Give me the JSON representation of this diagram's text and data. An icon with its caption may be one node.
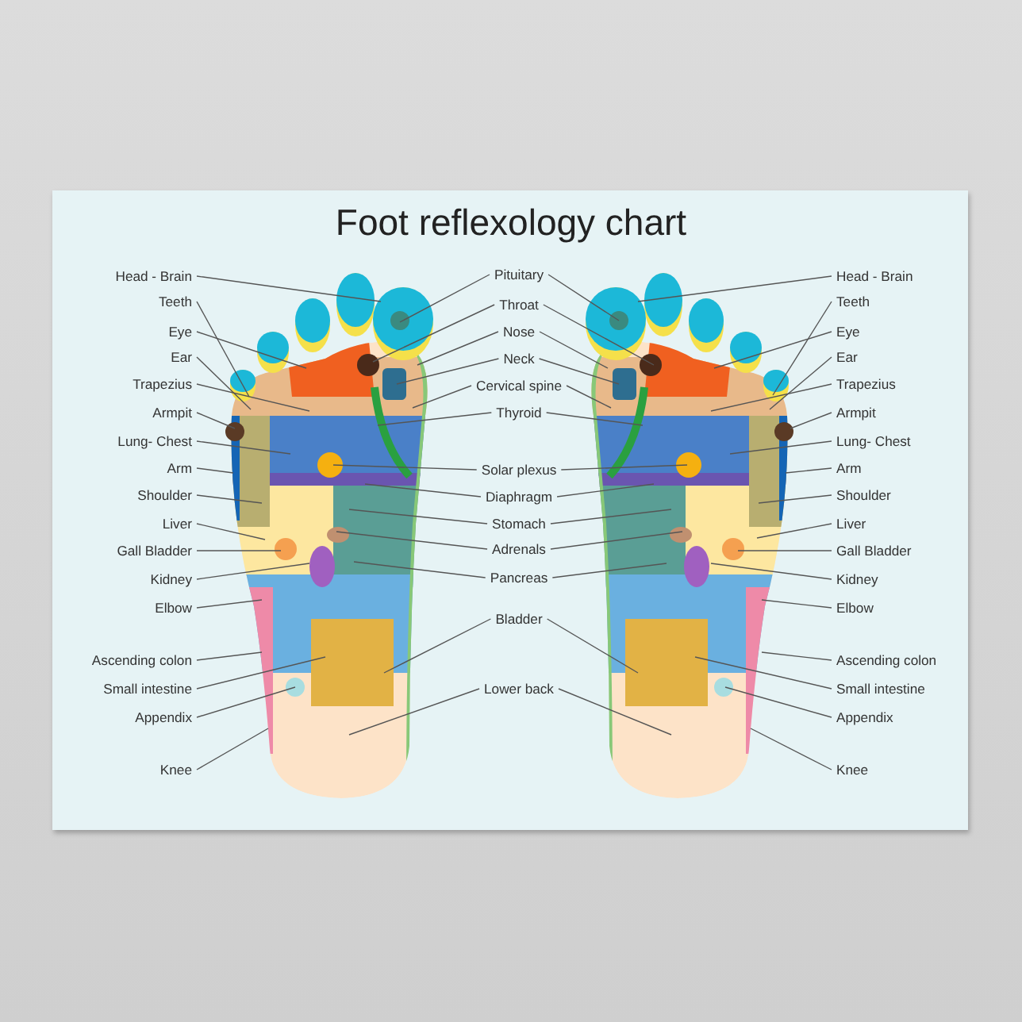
{
  "diagram": {
    "title": "Foot reflexology chart",
    "nodes": [
      {
        "text": [
          "Head - Brain"
        ]
      },
      {
        "text": [
          "Teeth"
        ]
      },
      {
        "text": [
          "Eye"
        ]
      },
      {
        "text": [
          "Ear"
        ]
      },
      {
        "text": [
          "Trapezius"
        ]
      },
      {
        "text": [
          "Armpit"
        ]
      },
      {
        "text": [
          "Lung- Chest"
        ]
      },
      {
        "text": [
          "Arm"
        ]
      },
      {
        "text": [
          "Shoulder"
        ]
      },
      {
        "text": [
          "Liver"
        ]
      },
      {
        "text": [
          "Gall Bladder"
        ]
      },
      {
        "text": [
          "Kidney"
        ]
      },
      {
        "text": [
          "Elbow"
        ]
      },
      {
        "text": [
          "Ascending colon"
        ]
      },
      {
        "text": [
          "Small intestine"
        ]
      },
      {
        "text": [
          "Appendix"
        ]
      },
      {
        "text": [
          "Knee"
        ]
      },
      {
        "text": [
          "Pituitary"
        ]
      },
      {
        "text": [
          "Throat"
        ]
      },
      {
        "text": [
          "Nose"
        ]
      },
      {
        "text": [
          "Neck"
        ]
      },
      {
        "text": [
          "Cervical spine"
        ]
      },
      {
        "text": [
          "Thyroid"
        ]
      },
      {
        "text": [
          "Solar plexus"
        ]
      },
      {
        "text": [
          "Diaphragm"
        ]
      },
      {
        "text": [
          "Stomach"
        ]
      },
      {
        "text": [
          "Adrenals"
        ]
      },
      {
        "text": [
          "Pancreas"
        ]
      },
      {
        "text": [
          "Bladder"
        ]
      },
      {
        "text": [
          "Lower back"
        ]
      },
      {
        "text": [
          "Head - Brain"
        ]
      },
      {
        "text": [
          "Teeth"
        ]
      },
      {
        "text": [
          "Eye"
        ]
      },
      {
        "text": [
          "Ear"
        ]
      },
      {
        "text": [
          "Trapezius"
        ]
      },
      {
        "text": [
          "Armpit"
        ]
      },
      {
        "text": [
          "Lung- Chest"
        ]
      },
      {
        "text": [
          "Arm"
        ]
      },
      {
        "text": [
          "Shoulder"
        ]
      },
      {
        "text": [
          "Liver"
        ]
      },
      {
        "text": [
          "Gall Bladder"
        ]
      },
      {
        "text": [
          "Kidney"
        ]
      },
      {
        "text": [
          "Elbow"
        ]
      },
      {
        "text": [
          "Ascending colon"
        ]
      },
      {
        "text": [
          "Small intestine"
        ]
      },
      {
        "text": [
          "Appendix"
        ]
      },
      {
        "text": [
          "Knee"
        ]
      }
    ],
    "edges": [
      {
        "from": 0,
        "to": null,
        "arrow": "none"
      },
      {
        "from": 1,
        "to": null,
        "arrow": "none"
      },
      {
        "from": 2,
        "to": null,
        "arrow": "none"
      },
      {
        "from": 3,
        "to": null,
        "arrow": "none"
      },
      {
        "from": 4,
        "to": null,
        "arrow": "none"
      },
      {
        "from": 5,
        "to": null,
        "arrow": "none"
      },
      {
        "from": 6,
        "to": null,
        "arrow": "none"
      },
      {
        "from": 7,
        "to": null,
        "arrow": "none"
      },
      {
        "from": 8,
        "to": null,
        "arrow": "none"
      },
      {
        "from": 9,
        "to": null,
        "arrow": "none"
      },
      {
        "from": 10,
        "to": null,
        "arrow": "none"
      },
      {
        "from": 11,
        "to": null,
        "arrow": "none"
      },
      {
        "from": 12,
        "to": null,
        "arrow": "none"
      },
      {
        "from": 13,
        "to": null,
        "arrow": "none"
      },
      {
        "from": 14,
        "to": null,
        "arrow": "none"
      },
      {
        "from": 15,
        "to": null,
        "arrow": "none"
      },
      {
        "from": 16,
        "to": null,
        "arrow": "none"
      },
      {
        "from": 17,
        "to": null,
        "arrow": "none"
      },
      {
        "from": 17,
        "to": null,
        "arrow": "none"
      },
      {
        "from": 18,
        "to": null,
        "arrow": "none"
      },
      {
        "from": 18,
        "to": null,
        "arrow": "none"
      },
      {
        "from": 19,
        "to": null,
        "arrow": "none"
      },
      {
        "from": 19,
        "to": null,
        "arrow": "none"
      },
      {
        "from": 20,
        "to": null,
        "arrow": "none"
      },
      {
        "from": 20,
        "to": null,
        "arrow": "none"
      },
      {
        "from": 21,
        "to": null,
        "arrow": "none"
      },
      {
        "from": 21,
        "to": null,
        "arrow": "none"
      },
      {
        "from": 22,
        "to": null,
        "arrow": "none"
      },
      {
        "from": 22,
        "to": null,
        "arrow": "none"
      },
      {
        "from": 23,
        "to": null,
        "arrow": "none"
      },
      {
        "from": 23,
        "to": null,
        "arrow": "none"
      },
      {
        "from": 24,
        "to": null,
        "arrow": "none"
      },
      {
        "from": 24,
        "to": null,
        "arrow": "none"
      },
      {
        "from": 25,
        "to": null,
        "arrow": "none"
      },
      {
        "from": 25,
        "to": null,
        "arrow": "none"
      },
      {
        "from": 26,
        "to": null,
        "arrow": "none"
      },
      {
        "from": 26,
        "to": null,
        "arrow": "none"
      },
      {
        "from": 27,
        "to": null,
        "arrow": "none"
      },
      {
        "from": 27,
        "to": null,
        "arrow": "none"
      },
      {
        "from": 28,
        "to": null,
        "arrow": "none"
      },
      {
        "from": 28,
        "to": null,
        "arrow": "none"
      },
      {
        "from": 29,
        "to": null,
        "arrow": "none"
      },
      {
        "from": 29,
        "to": null,
        "arrow": "none"
      },
      {
        "from": 30,
        "to": null,
        "arrow": "none"
      },
      {
        "from": 31,
        "to": null,
        "arrow": "none"
      },
      {
        "from": 32,
        "to": null,
        "arrow": "none"
      },
      {
        "from": 33,
        "to": null,
        "arrow": "none"
      },
      {
        "from": 34,
        "to": null,
        "arrow": "none"
      },
      {
        "from": 35,
        "to": null,
        "arrow": "none"
      },
      {
        "from": 36,
        "to": null,
        "arrow": "none"
      },
      {
        "from": 37,
        "to": null,
        "arrow": "none"
      },
      {
        "from": 38,
        "to": null,
        "arrow": "none"
      },
      {
        "from": 39,
        "to": null,
        "arrow": "none"
      },
      {
        "from": 40,
        "to": null,
        "arrow": "none"
      },
      {
        "from": 41,
        "to": null,
        "arrow": "none"
      },
      {
        "from": 42,
        "to": null,
        "arrow": "none"
      },
      {
        "from": 43,
        "to": null,
        "arrow": "none"
      },
      {
        "from": 44,
        "to": null,
        "arrow": "none"
      },
      {
        "from": 45,
        "to": null,
        "arrow": "none"
      },
      {
        "from": 46,
        "to": null,
        "arrow": "none"
      }
    ]
  }
}
